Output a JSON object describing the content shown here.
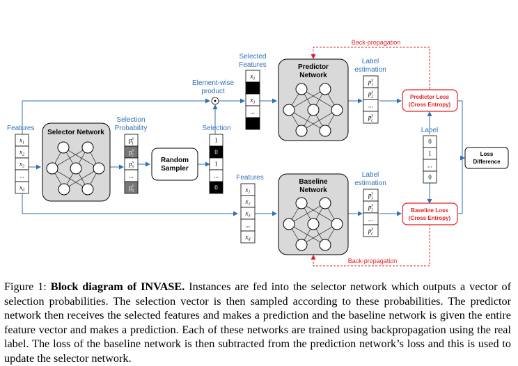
{
  "diagram": {
    "features_label": "Features",
    "selector_network_title": "Selector Network",
    "selection_probability_label": [
      "Selection",
      "Probability"
    ],
    "random_sampler_label": [
      "Random",
      "Sampler"
    ],
    "selection_label": "Selection",
    "element_wise_label": [
      "Element-wise",
      "product"
    ],
    "element_wise_symbol": "⊙",
    "selected_features_label": [
      "Selected",
      "Features"
    ],
    "predictor_network_title": [
      "Predictor",
      "Network"
    ],
    "baseline_features_label": "Features",
    "baseline_network_title": [
      "Baseline",
      "Network"
    ],
    "label_estimation_top": [
      "Label",
      "estimation"
    ],
    "label_estimation_bottom": [
      "Label",
      "estimation"
    ],
    "predictor_loss": [
      "Predictor Loss",
      "(Cross Entropy)"
    ],
    "baseline_loss": [
      "Baseline Loss",
      "(Cross Entropy)"
    ],
    "label": "Label",
    "loss_difference": [
      "Loss",
      "Difference"
    ],
    "backprop_top": "Back-propagation",
    "backprop_bottom": "Back-propagation",
    "feature_vector": [
      "x1",
      "x2",
      "x3",
      "...",
      "xd"
    ],
    "selection_probability_vector": [
      "p1",
      "p2",
      "p3",
      "...",
      "pd"
    ],
    "selection_vector": [
      "1",
      "0",
      "1",
      "...",
      "0"
    ],
    "selected_features_vector": [
      "x1",
      "",
      "x3",
      "...",
      ""
    ],
    "baseline_features_vector": [
      "x1",
      "x2",
      "x3",
      "...",
      "xd"
    ],
    "predictor_estimation_vector": [
      "p1",
      "p2",
      "...",
      "pc"
    ],
    "baseline_estimation_vector": [
      "p1",
      "p2",
      "...",
      "pc"
    ],
    "label_vector": [
      "0",
      "1",
      "...",
      "0"
    ],
    "colors": {
      "blue": "#2e6fb5",
      "red": "#e02020",
      "network_fill": "#d9d9d9"
    }
  },
  "caption": {
    "prefix": "Figure 1: ",
    "bold": "Block diagram of INVASE.",
    "text": " Instances are fed into the selector network which outputs a vector of selection probabilities. The selection vector is then sampled according to these probabilities. The predictor network then receives the selected features and makes a prediction and the baseline network is given the entire feature vector and makes a prediction. Each of these networks are trained using backpropagation using the real label. The loss of the baseline network is then subtracted from the prediction network’s loss and this is used to update the selector network."
  }
}
